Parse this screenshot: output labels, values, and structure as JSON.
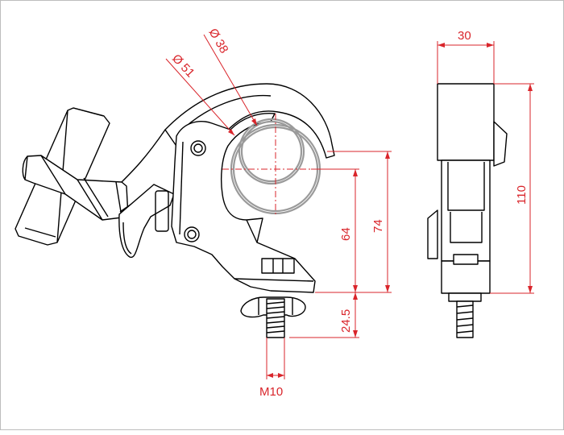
{
  "drawing": {
    "colors": {
      "dimension": "#d9252b",
      "outline": "#000000",
      "tube": "#9a9a9a",
      "background": "#ffffff"
    },
    "dimensions": {
      "dia_38": "Ø 38",
      "dia_51": "Ø 51",
      "height_64": "64",
      "height_74": "74",
      "height_110": "110",
      "bolt_24_5": "24.5",
      "width_30": "30",
      "thread_m10": "M10"
    },
    "views": [
      "front-view",
      "side-view"
    ]
  }
}
